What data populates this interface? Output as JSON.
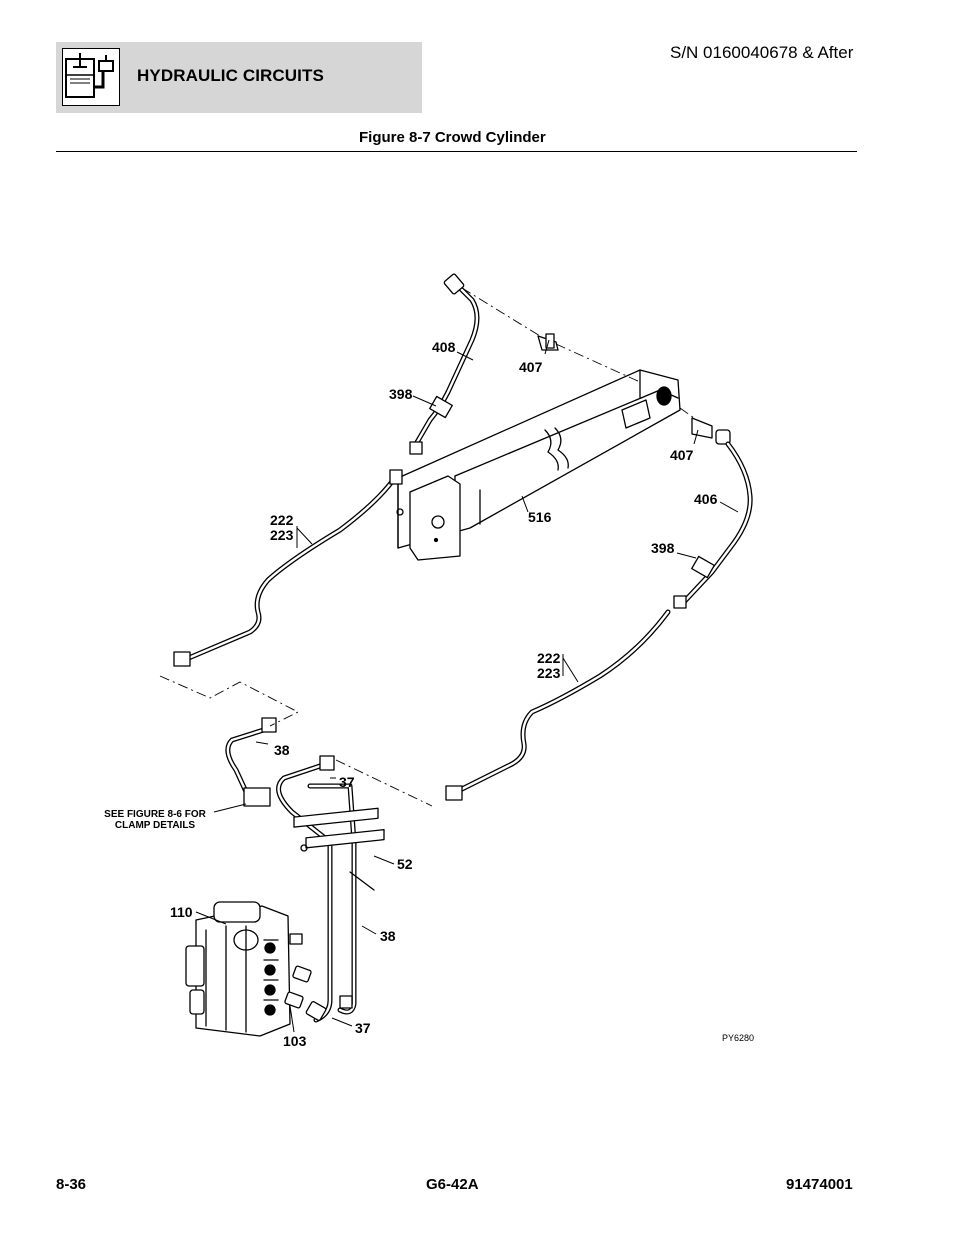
{
  "header": {
    "section_title": "HYDRAULIC CIRCUITS",
    "serial": "S/N 0160040678 & After",
    "icon": "hydraulic-reservoir-icon"
  },
  "figure": {
    "title": "Figure 8-7 Crowd Cylinder",
    "callouts": {
      "c408": "408",
      "c407a": "407",
      "c398a": "398",
      "c222a": "222",
      "c223a": "223",
      "c516": "516",
      "c407b": "407",
      "c406": "406",
      "c398b": "398",
      "c222b": "222",
      "c223b": "223",
      "c38a": "38",
      "c37a": "37",
      "c52": "52",
      "c110": "110",
      "c38b": "38",
      "c103": "103",
      "c37b": "37"
    },
    "note_line1": "SEE FIGURE 8-6 FOR",
    "note_line2": "CLAMP DETAILS",
    "drawing_code": "PY6280"
  },
  "footer": {
    "page": "8-36",
    "model": "G6-42A",
    "part_number": "91474001"
  }
}
